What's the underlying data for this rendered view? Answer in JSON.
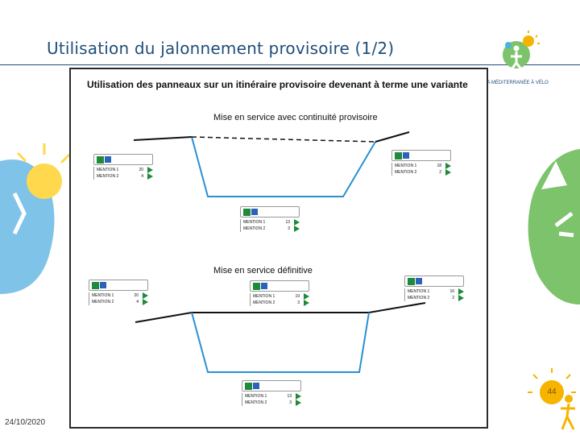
{
  "slide": {
    "title": "Utilisation du jalonnement provisoire (1/2)",
    "date": "24/10/2020",
    "page_number": "44",
    "colors": {
      "title": "#1f4e79",
      "accent_green": "#1e8a3a",
      "accent_blue": "#2a63b8",
      "sun": "#f6b400"
    }
  },
  "logo": {
    "text": "LA MÉDITERRANÉE À VÉLO",
    "icon": "cyclist-logo-icon"
  },
  "figure": {
    "title": "Utilisation des panneaux sur un itinéraire provisoire devenant à terme une variante",
    "section1_label": "Mise en service avec continuité provisoire",
    "section2_label": "Mise en service définitive",
    "signs": [
      {
        "id": "s1",
        "row1_label": "MENTION 1",
        "row1_value": "20",
        "row2_label": "MENTION 2",
        "row2_value": "4"
      },
      {
        "id": "s2",
        "row1_label": "MENTION 1",
        "row1_value": "18",
        "row2_label": "MENTION 2",
        "row2_value": "2"
      },
      {
        "id": "s3",
        "row1_label": "MENTION 1",
        "row1_value": "13",
        "row2_label": "MENTION 2",
        "row2_value": "3"
      },
      {
        "id": "s4",
        "row1_label": "MENTION 1",
        "row1_value": "20",
        "row2_label": "MENTION 2",
        "row2_value": "4"
      },
      {
        "id": "s5",
        "row1_label": "MENTION 1",
        "row1_value": "19",
        "row2_label": "MENTION 2",
        "row2_value": "3"
      },
      {
        "id": "s6",
        "row1_label": "MENTION 1",
        "row1_value": "16",
        "row2_label": "MENTION 2",
        "row2_value": "2"
      },
      {
        "id": "s7",
        "row1_label": "MENTION 1",
        "row1_value": "13",
        "row2_label": "MENTION 2",
        "row2_value": "3"
      }
    ]
  }
}
